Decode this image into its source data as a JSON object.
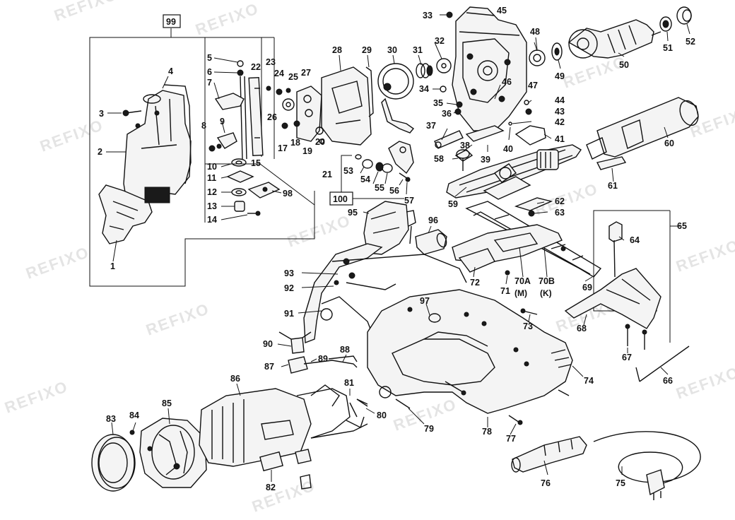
{
  "watermark": "REFIXO",
  "labels": {
    "p1": "1",
    "p2": "2",
    "p3": "3",
    "p4": "4",
    "p5": "5",
    "p6": "6",
    "p7": "7",
    "p8": "8",
    "p9": "9",
    "p10": "10",
    "p11": "11",
    "p12": "12",
    "p13": "13",
    "p14": "14",
    "p15": "15",
    "p17": "17",
    "p18": "18",
    "p19": "19",
    "p20": "20",
    "p21": "21",
    "p22": "22",
    "p23": "23",
    "p24": "24",
    "p25": "25",
    "p26": "26",
    "p27": "27",
    "p28": "28",
    "p29": "29",
    "p30": "30",
    "p31": "31",
    "p32": "32",
    "p33": "33",
    "p34": "34",
    "p35": "35",
    "p36": "36",
    "p37": "37",
    "p38": "38",
    "p39": "39",
    "p40": "40",
    "p41": "41",
    "p42": "42",
    "p43": "43",
    "p44": "44",
    "p45": "45",
    "p46": "46",
    "p47": "47",
    "p48": "48",
    "p49": "49",
    "p50": "50",
    "p51": "51",
    "p52": "52",
    "p53": "53",
    "p54": "54",
    "p55": "55",
    "p56": "56",
    "p57": "57",
    "p58": "58",
    "p59": "59",
    "p60": "60",
    "p61": "61",
    "p62": "62",
    "p63": "63",
    "p64": "64",
    "p65": "65",
    "p66": "66",
    "p67": "67",
    "p68": "68",
    "p69": "69",
    "p70a": "70A",
    "p70a_sub": "(M)",
    "p70b": "70B",
    "p70b_sub": "(K)",
    "p71": "71",
    "p72": "72",
    "p73": "73",
    "p74": "74",
    "p75": "75",
    "p76": "76",
    "p77": "77",
    "p78": "78",
    "p79": "79",
    "p80": "80",
    "p81": "81",
    "p82": "82",
    "p83": "83",
    "p84": "84",
    "p85": "85",
    "p86": "86",
    "p87": "87",
    "p88": "88",
    "p89": "89",
    "p90": "90",
    "p91": "91",
    "p92": "92",
    "p93": "93",
    "p95": "95",
    "p96": "96",
    "p97": "97",
    "p98": "98",
    "p99": "99",
    "p100": "100"
  }
}
